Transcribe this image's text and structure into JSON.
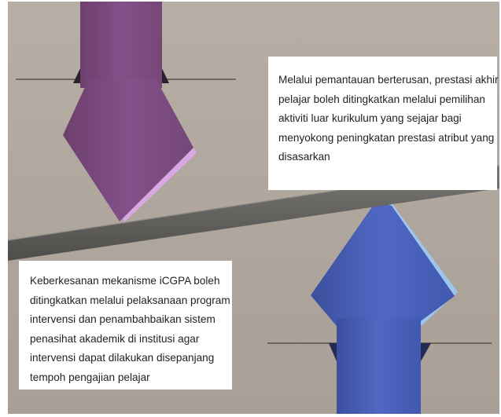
{
  "colors": {
    "background": "#aea59c",
    "bar": "#686662",
    "arrow_down": "#7a4a7a",
    "arrow_down_edge": "#d9a7e2",
    "arrow_up": "#4a61b8",
    "arrow_up_edge": "#9cc6ee",
    "textbox": "#ffffff"
  },
  "arrows": [
    {
      "direction": "down",
      "icon": "arrow-down-icon"
    },
    {
      "direction": "up",
      "icon": "arrow-up-icon"
    }
  ],
  "text_top": {
    "lines": [
      "Melalui pemantauan berterusan, prestasi akhir",
      "pelajar boleh ditingkatkan melalui pemilihan",
      "aktiviti luar kurikulum yang  sejajar bagi",
      "menyokong  peningkatan prestasi atribut yang",
      "disasarkan"
    ]
  },
  "text_bottom": {
    "lines": [
      "Keberkesanan mekanisme iCGPA boleh",
      "ditingkatkan melalui pelaksanaan program",
      "intervensi dan penambahbaikan sistem",
      "penasihat akademik di institusi agar",
      "intervensi dapat dilakukan disepanjang",
      "tempoh pengajian pelajar"
    ]
  }
}
